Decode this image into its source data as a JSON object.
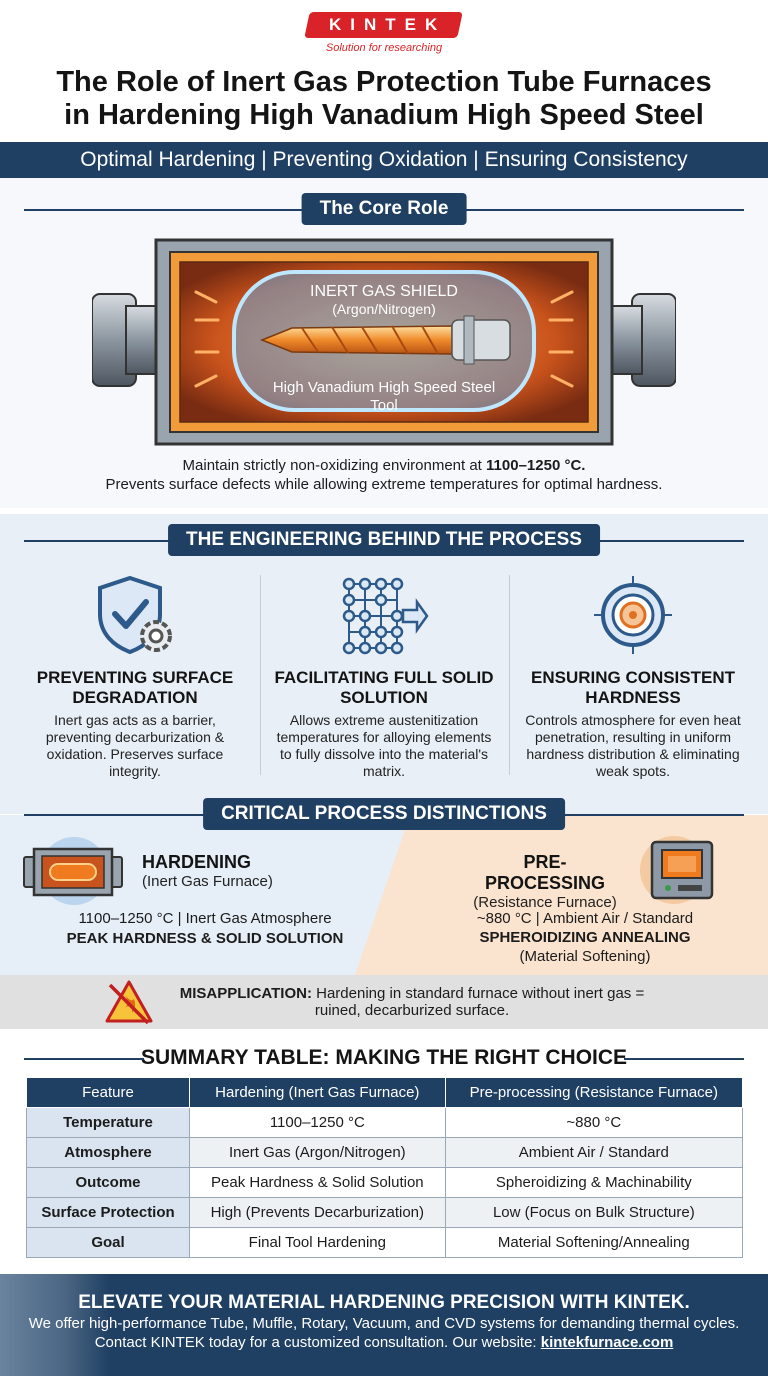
{
  "brand": {
    "logo": "KINTEK",
    "tagline": "Solution for researching"
  },
  "title": {
    "line1": "The Role of Inert Gas Protection Tube Furnaces",
    "line2": "in Hardening High Vanadium High Speed Steel"
  },
  "subtitle": "Optimal Hardening | Preventing Oxidation | Ensuring Consistency",
  "core": {
    "heading": "The Core Role",
    "shield_label": "INERT GAS SHIELD",
    "shield_sub": "(Argon/Nitrogen)",
    "tool_label_1": "High Vanadium High Speed Steel",
    "tool_label_2": "Tool",
    "caption_1_pre": "Maintain strictly non-oxidizing environment at ",
    "caption_1_bold": "1100–1250 °C.",
    "caption_2": "Prevents surface defects while allowing extreme temperatures for optimal hardness."
  },
  "engineering": {
    "heading": "THE ENGINEERING BEHIND THE PROCESS",
    "columns": [
      {
        "title": "PREVENTING SURFACE DEGRADATION",
        "text": "Inert gas acts as a barrier, preventing decarburization & oxidation. Preserves surface integrity.",
        "icon": "shield-gear-icon"
      },
      {
        "title": "FACILITATING FULL SOLID SOLUTION",
        "text": "Allows extreme austenitization temperatures for alloying elements to fully dissolve into the material's matrix.",
        "icon": "lattice-icon"
      },
      {
        "title": "ENSURING CONSISTENT HARDNESS",
        "text": "Controls atmosphere for even heat penetration, resulting in uniform hardness distribution & eliminating weak spots.",
        "icon": "target-icon"
      }
    ]
  },
  "distinctions": {
    "heading": "CRITICAL PROCESS DISTINCTIONS",
    "hardening": {
      "title": "HARDENING",
      "sub": "(Inert Gas Furnace)",
      "detail": "1100–1250 °C | Inert Gas Atmosphere",
      "result": "PEAK HARDNESS & SOLID SOLUTION"
    },
    "preprocessing": {
      "title": "PRE-PROCESSING",
      "sub": "(Resistance Furnace)",
      "detail": "~880 °C | Ambient Air / Standard",
      "result": "SPHEROIDIZING ANNEALING",
      "result_sub": "(Material Softening)"
    },
    "warning_bold": "MISAPPLICATION:",
    "warning_text_1": " Hardening in standard furnace without inert gas =",
    "warning_text_2": "ruined, decarburized surface."
  },
  "summary": {
    "heading": "SUMMARY TABLE: MAKING THE RIGHT CHOICE",
    "headers": [
      "Feature",
      "Hardening (Inert Gas Furnace)",
      "Pre-processing (Resistance Furnace)"
    ],
    "rows": [
      [
        "Temperature",
        "1100–1250 °C",
        "~880 °C"
      ],
      [
        "Atmosphere",
        "Inert Gas (Argon/Nitrogen)",
        "Ambient Air / Standard"
      ],
      [
        "Outcome",
        "Peak Hardness & Solid Solution",
        "Spheroidizing & Machinability"
      ],
      [
        "Surface Protection",
        "High (Prevents Decarburization)",
        "Low (Focus on Bulk Structure)"
      ],
      [
        "Goal",
        "Final Tool Hardening",
        "Material Softening/Annealing"
      ]
    ]
  },
  "footer": {
    "heading": "ELEVATE YOUR MATERIAL HARDENING PRECISION WITH KINTEK.",
    "line1": "We offer high-performance Tube, Muffle, Rotary, Vacuum, and CVD systems for demanding thermal cycles.",
    "line2_pre": "Contact KINTEK today for a customized consultation. Our website: ",
    "link": "kintekfurnace.com"
  },
  "colors": {
    "navy": "#1f3f63",
    "brand_red": "#d92328",
    "orange": "#f07a1e"
  }
}
